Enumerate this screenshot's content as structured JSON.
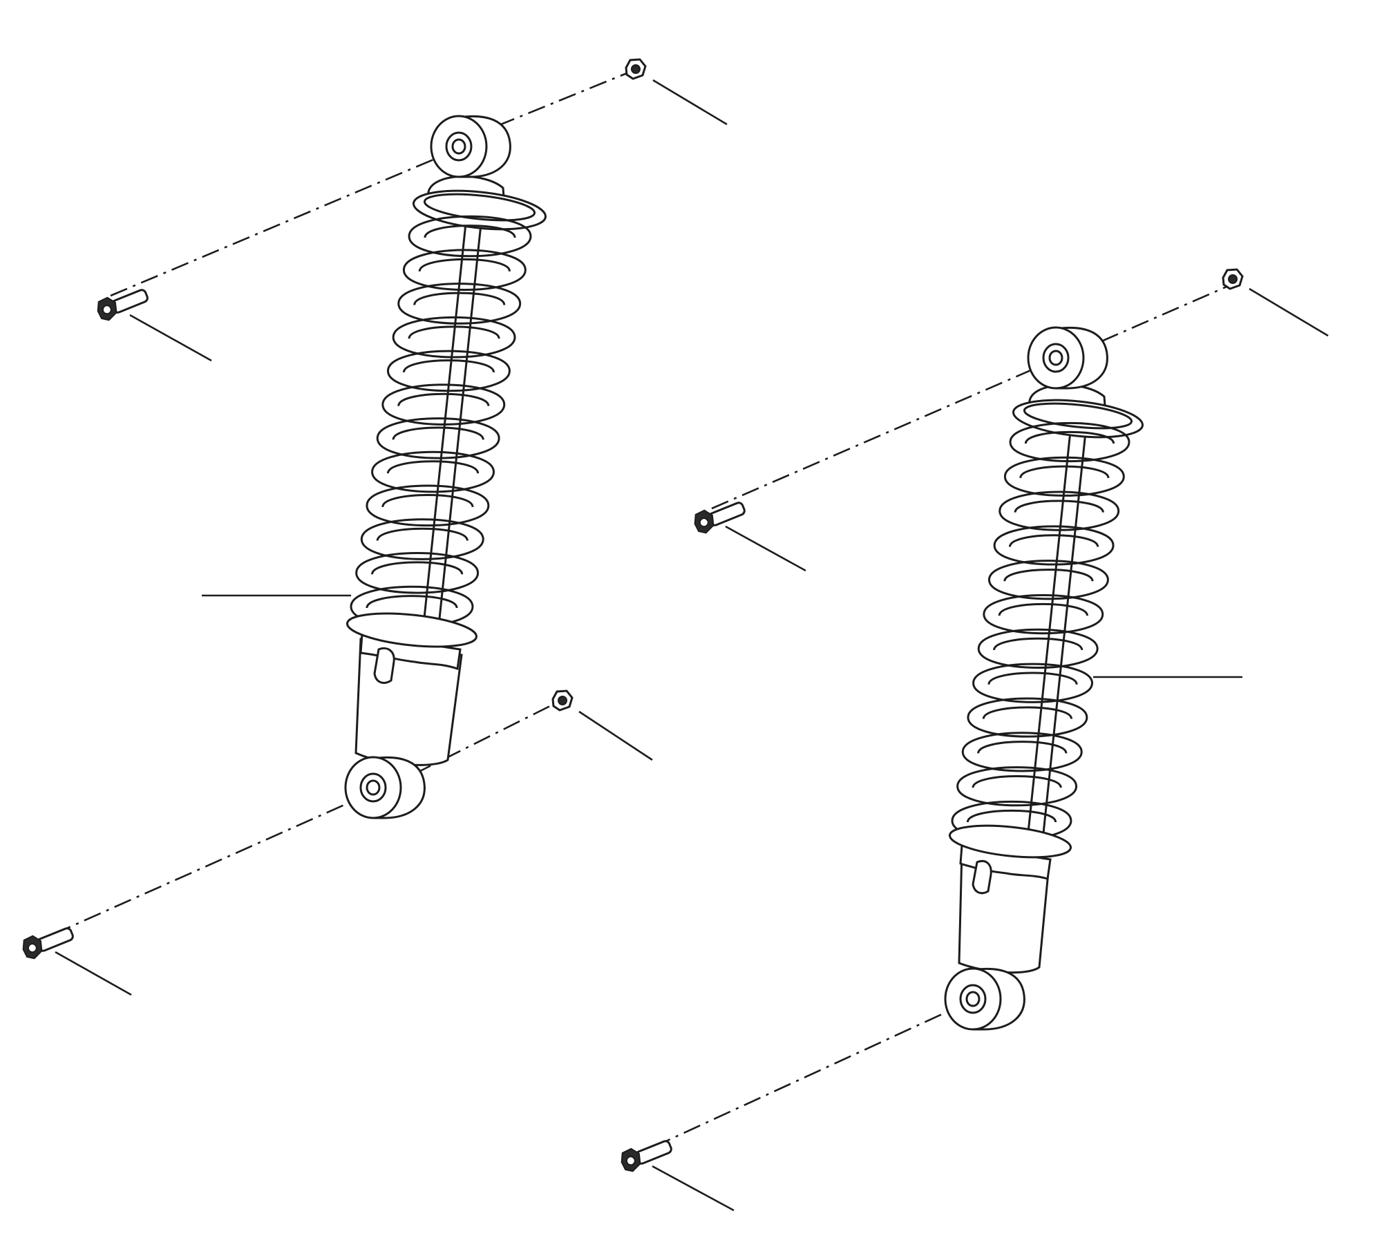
{
  "diagram": {
    "assemblies": [
      {
        "id": "left-shock",
        "parts": [
          "coil-spring",
          "damper-body",
          "upper-eye",
          "lower-eye",
          "upper-bolt",
          "upper-nut",
          "lower-bolt",
          "lower-nut"
        ]
      },
      {
        "id": "right-shock",
        "parts": [
          "coil-spring",
          "damper-body",
          "upper-eye",
          "lower-eye",
          "upper-bolt",
          "upper-nut",
          "lower-bolt",
          "lower-nut"
        ]
      }
    ],
    "callout_labels": []
  }
}
